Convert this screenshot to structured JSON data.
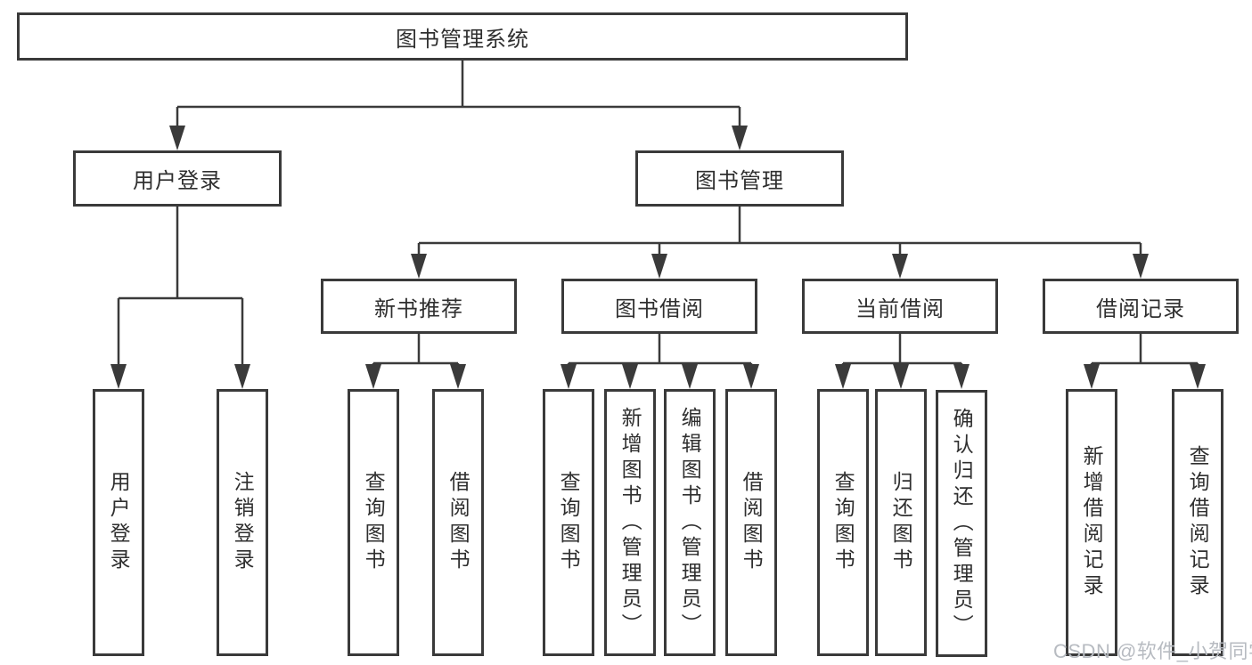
{
  "diagram_type": "hierarchy-tree",
  "nodes": {
    "root": "图书管理系统",
    "user_login_group": "用户登录",
    "book_mgmt": "图书管理",
    "new_book_rec": "新书推荐",
    "book_borrow": "图书借阅",
    "current_borrow": "当前借阅",
    "borrow_records": "借阅记录",
    "leaf_user_login": "用户登录",
    "leaf_logout": "注销登录",
    "leaf_nb_query": "查询图书",
    "leaf_nb_borrow": "借阅图书",
    "leaf_bb_query": "查询图书",
    "leaf_bb_add": "新增图书（管理员）",
    "leaf_bb_edit": "编辑图书（管理员）",
    "leaf_bb_borrow": "借阅图书",
    "leaf_cb_query": "查询图书",
    "leaf_cb_return": "归还图书",
    "leaf_cb_confirm": "确认归还（管理员）",
    "leaf_br_add": "新增借阅记录",
    "leaf_br_query": "查询借阅记录"
  },
  "hierarchy": {
    "图书管理系统": {
      "用户登录": [
        "用户登录",
        "注销登录"
      ],
      "图书管理": {
        "新书推荐": [
          "查询图书",
          "借阅图书"
        ],
        "图书借阅": [
          "查询图书",
          "新增图书（管理员）",
          "编辑图书（管理员）",
          "借阅图书"
        ],
        "当前借阅": [
          "查询图书",
          "归还图书",
          "确认归还（管理员）"
        ],
        "借阅记录": [
          "新增借阅记录",
          "查询借阅记录"
        ]
      }
    }
  },
  "watermark": {
    "text": "CSDN @软件_小贺同学",
    "color": "#b7bbc1"
  },
  "colors": {
    "background": "#ffffff",
    "box_fill": "#ffffff",
    "box_border": "#3a3a3a",
    "line": "#3a3a3a",
    "text": "#2f2f2f"
  }
}
